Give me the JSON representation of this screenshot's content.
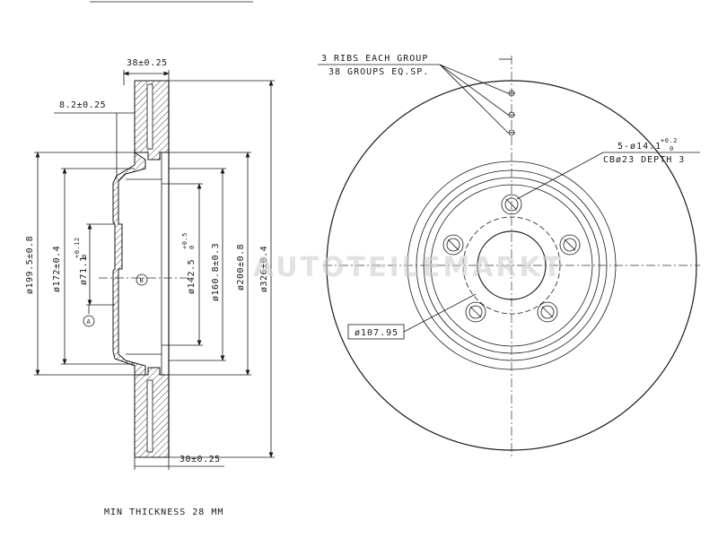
{
  "section_view": {
    "dim_width_top": "38±0.25",
    "dim_flange": "8.2±0.25",
    "dim_width_bottom": "30±0.25",
    "dia_199": "ø199.5±0.8",
    "dia_172": "ø172±0.4",
    "dia_71": "ø71.1",
    "dia_71_tol_upper": "+0.12",
    "dia_71_tol_lower": "0",
    "dia_142": "ø142.5",
    "dia_142_tol_upper": "+0.5",
    "dia_142_tol_lower": "0",
    "dia_160": "ø160.8±0.3",
    "dia_200": "ø200±0.8",
    "dia_326": "ø326±0.4",
    "datum_a": "A",
    "datum_b": "B"
  },
  "front_view": {
    "ribs_line1": "3 RIBS EACH GROUP",
    "ribs_line2": "38 GROUPS EQ.SP.",
    "holes_line1": "5-ø14.1",
    "holes_tol_upper": "+0.2",
    "holes_tol_lower": "0",
    "holes_line2": "CBø23 DEPTH 3",
    "pcd": "ø107.95"
  },
  "footer": {
    "min_thickness": "MIN THICKNESS 28 MM"
  },
  "watermark": {
    "text": "AUTOTEILEMARKT"
  }
}
